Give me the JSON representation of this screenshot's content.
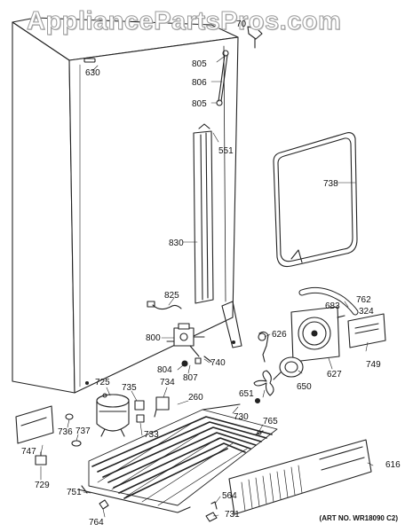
{
  "watermark": "AppliancePartsPros.com",
  "art_number": "(ART NO. WR18090 C2)",
  "parts": [
    {
      "id": "p70",
      "text": "70"
    },
    {
      "id": "p630",
      "text": "630"
    },
    {
      "id": "p805a",
      "text": "805"
    },
    {
      "id": "p806",
      "text": "806"
    },
    {
      "id": "p805b",
      "text": "805"
    },
    {
      "id": "p551",
      "text": "551"
    },
    {
      "id": "p738",
      "text": "738"
    },
    {
      "id": "p830",
      "text": "830"
    },
    {
      "id": "p825",
      "text": "825"
    },
    {
      "id": "p762",
      "text": "762"
    },
    {
      "id": "p683",
      "text": "683"
    },
    {
      "id": "p324",
      "text": "324"
    },
    {
      "id": "p800",
      "text": "800"
    },
    {
      "id": "p626",
      "text": "626"
    },
    {
      "id": "p740",
      "text": "740"
    },
    {
      "id": "p804",
      "text": "804"
    },
    {
      "id": "p807",
      "text": "807"
    },
    {
      "id": "p749",
      "text": "749"
    },
    {
      "id": "p627",
      "text": "627"
    },
    {
      "id": "p725",
      "text": "725"
    },
    {
      "id": "p735",
      "text": "735"
    },
    {
      "id": "p734",
      "text": "734"
    },
    {
      "id": "p260",
      "text": "260"
    },
    {
      "id": "p650",
      "text": "650"
    },
    {
      "id": "p651",
      "text": "651"
    },
    {
      "id": "p730",
      "text": "730"
    },
    {
      "id": "p765",
      "text": "765"
    },
    {
      "id": "p736",
      "text": "736"
    },
    {
      "id": "p737",
      "text": "737"
    },
    {
      "id": "p733",
      "text": "733"
    },
    {
      "id": "p747",
      "text": "747"
    },
    {
      "id": "p616",
      "text": "616"
    },
    {
      "id": "p729",
      "text": "729"
    },
    {
      "id": "p751",
      "text": "751"
    },
    {
      "id": "p564",
      "text": "564"
    },
    {
      "id": "p731",
      "text": "731"
    },
    {
      "id": "p764",
      "text": "764"
    }
  ]
}
